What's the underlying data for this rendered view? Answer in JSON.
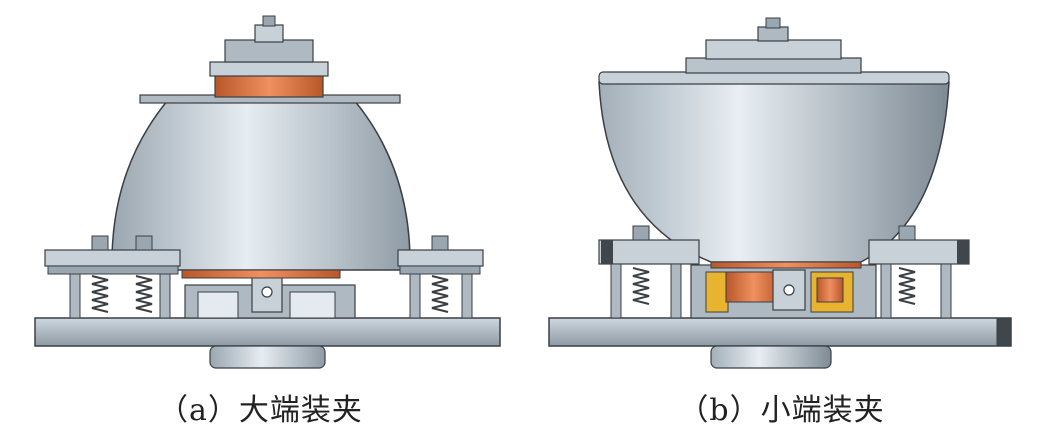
{
  "panels": [
    {
      "id": "a",
      "caption": "（a）大端装夹"
    },
    {
      "id": "b",
      "caption": "（b）小端装夹"
    }
  ],
  "colors": {
    "metal": "#b8c3cc",
    "metal_dark": "#7f8b95",
    "metal_light": "#dfe6ec",
    "copper": "#d9733f",
    "gold": "#e8b430",
    "outline": "#3a3f44"
  }
}
